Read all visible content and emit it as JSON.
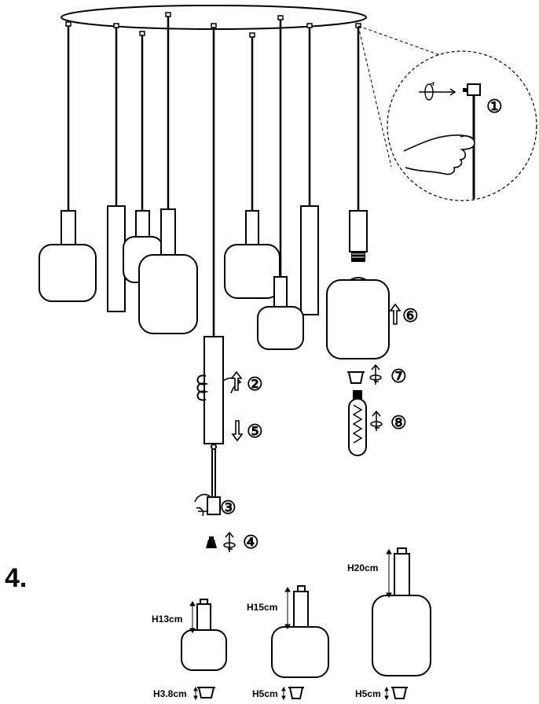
{
  "step_markers": [
    "①",
    "②",
    "③",
    "④",
    "⑤",
    "⑥",
    "⑦",
    "⑧"
  ],
  "section_number": "4.",
  "size_labels": {
    "small_height": "H13cm",
    "medium_height": "H15cm",
    "large_height": "H20cm",
    "small_cap": "H3.8cm",
    "medium_cap": "H5cm",
    "large_cap": "H5cm"
  }
}
